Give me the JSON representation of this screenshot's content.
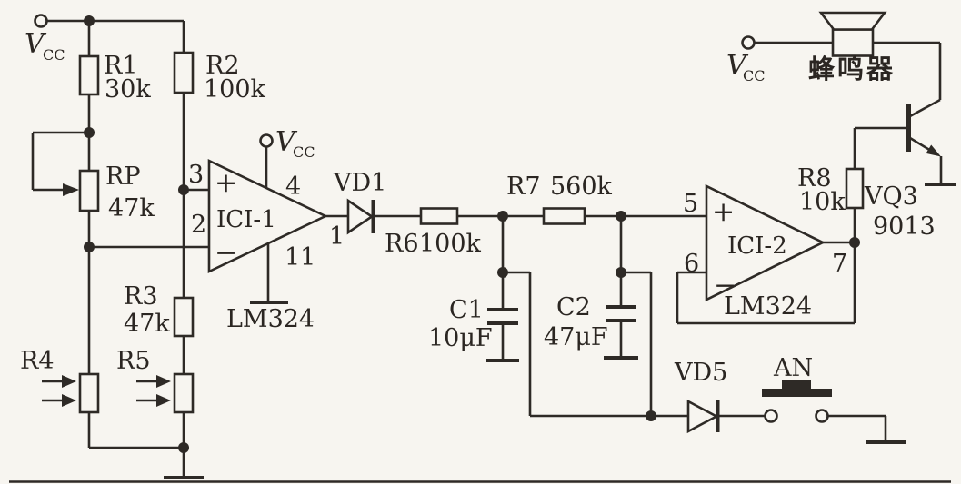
{
  "power_labels": {
    "v": "V",
    "cc": "CC"
  },
  "components": {
    "r1": {
      "ref": "R1",
      "value": "30k"
    },
    "r2": {
      "ref": "R2",
      "value": "100k"
    },
    "rp": {
      "ref": "RP",
      "value": "47k"
    },
    "r3": {
      "ref": "R3",
      "value": "47k"
    },
    "r4": {
      "ref": "R4"
    },
    "r5": {
      "ref": "R5"
    },
    "r6": {
      "ref": "R6",
      "value": "100k"
    },
    "r7": {
      "ref": "R7",
      "value": "560k"
    },
    "r8": {
      "ref": "R8",
      "value": "10k"
    },
    "c1": {
      "ref": "C1",
      "value": "10μF"
    },
    "c2": {
      "ref": "C2",
      "value": "47μF"
    },
    "vd1": {
      "ref": "VD1"
    },
    "vd5": {
      "ref": "VD5"
    },
    "vq3": {
      "ref": "VQ3",
      "value": "9013"
    },
    "an_button": {
      "ref": "AN"
    },
    "buzzer": {
      "label": "蜂鸣器"
    }
  },
  "opamps": {
    "ic1": {
      "ref": "ICI-1",
      "chip": "LM324",
      "pin_in_plus": "3",
      "pin_in_minus": "2",
      "pin_vcc": "4",
      "pin_gnd": "11",
      "pin_out": "1",
      "plus": "+",
      "minus": "−"
    },
    "ic2": {
      "ref": "ICI-2",
      "chip": "LM324",
      "pin_in_plus": "5",
      "pin_in_minus": "6",
      "pin_out": "7",
      "plus": "+",
      "minus": "−"
    }
  }
}
